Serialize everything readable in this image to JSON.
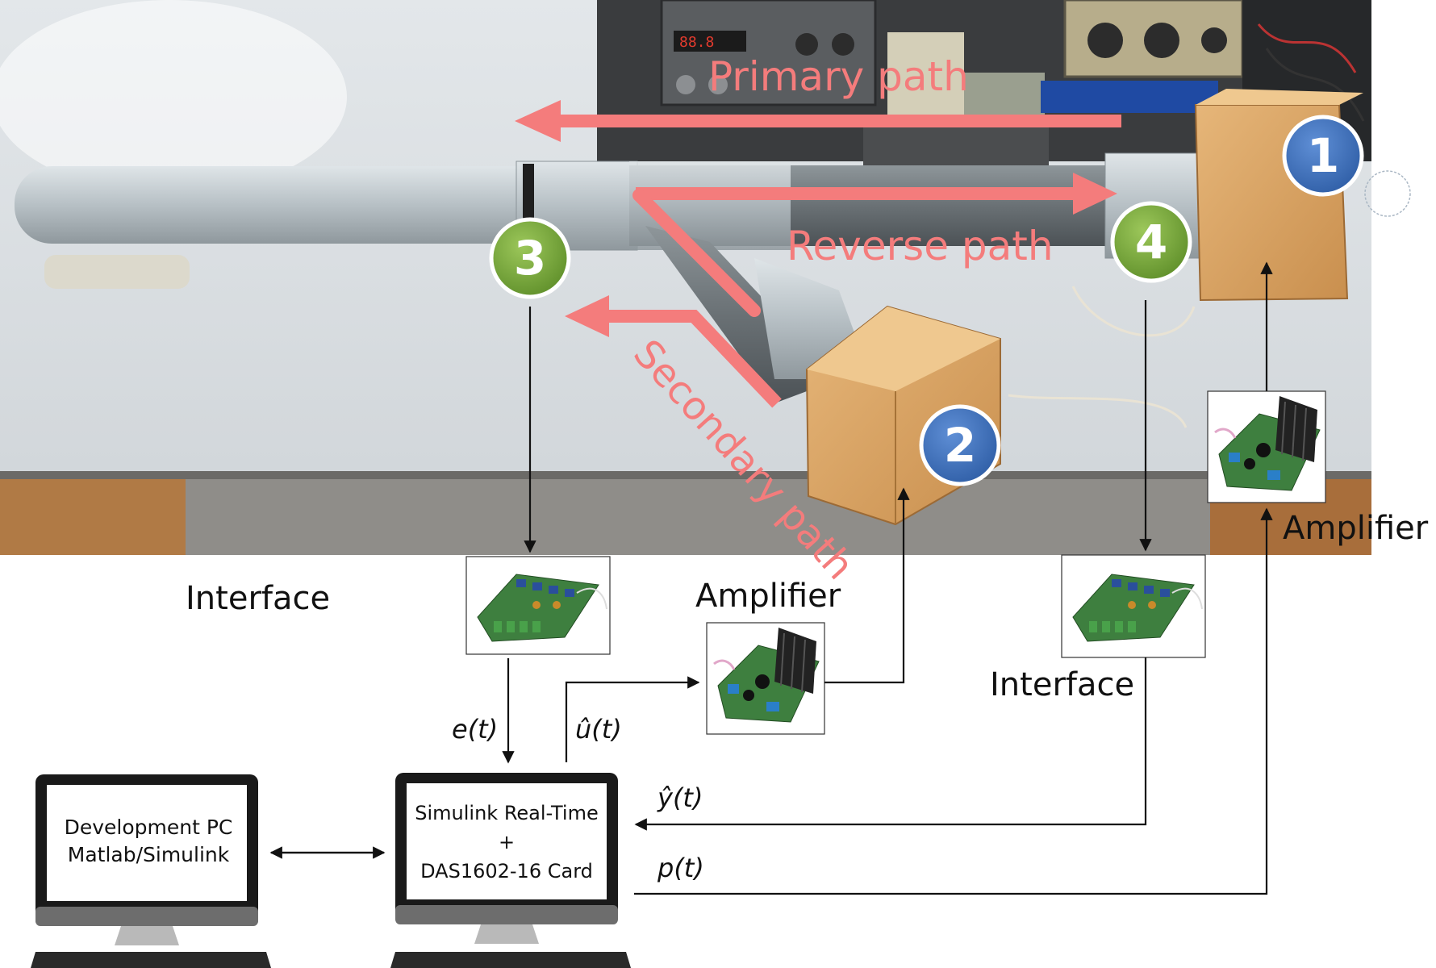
{
  "paths": {
    "primary": "Primary path",
    "reverse": "Reverse path",
    "secondary": "Secondary path"
  },
  "markers": {
    "m1": "1",
    "m2": "2",
    "m3": "3",
    "m4": "4"
  },
  "labels": {
    "interface_left": "Interface",
    "interface_right": "Interface",
    "amplifier_mid": "Amplifier",
    "amplifier_right": "Amplifier"
  },
  "signals": {
    "e": "e(t)",
    "u": "û(t)",
    "y": "ŷ(t)",
    "p": "p(t)"
  },
  "computers": {
    "dev_pc_line1": "Development PC",
    "dev_pc_line2": "Matlab/Simulink",
    "target_line1": "Simulink Real-Time",
    "target_line2": "+",
    "target_line3": "DAS1602-16 Card"
  },
  "colors": {
    "path_arrow": "#f47c7c",
    "marker_blue": "#3b6db5",
    "marker_green": "#7aa83a",
    "wood": "#d9a466",
    "pipe": "#b9c2c6",
    "pipe_dark": "#6d7478",
    "board_green": "#3e7f3f",
    "heatsink": "#222222"
  }
}
